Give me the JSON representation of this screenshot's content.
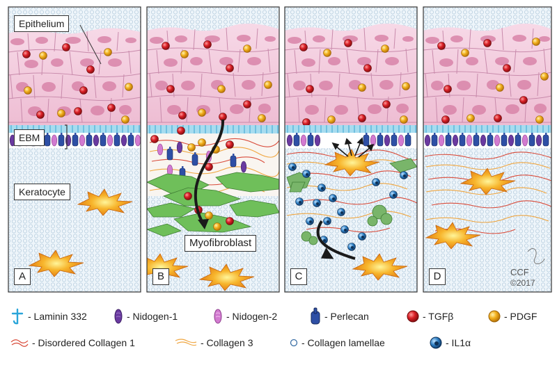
{
  "labels": {
    "epithelium": "Epithelium",
    "ebm": "EBM",
    "keratocyte": "Keratocyte",
    "myofibroblast": "Myofibroblast"
  },
  "panels": [
    {
      "letter": "A"
    },
    {
      "letter": "B"
    },
    {
      "letter": "C"
    },
    {
      "letter": "D"
    }
  ],
  "credit": {
    "name": "CCF",
    "year": "©2017"
  },
  "legend": [
    {
      "label": "- Laminin 332",
      "icon": "laminin-332-icon"
    },
    {
      "label": "- Nidogen-1",
      "icon": "nidogen-1-icon"
    },
    {
      "label": "- Nidogen-2",
      "icon": "nidogen-2-icon"
    },
    {
      "label": "- Perlecan",
      "icon": "perlecan-icon"
    },
    {
      "label": "- TGFβ",
      "icon": "tgf-beta-icon"
    },
    {
      "label": "- PDGF",
      "icon": "pdgf-icon"
    },
    {
      "label": "- Disordered Collagen 1",
      "icon": "disordered-collagen-1-icon"
    },
    {
      "label": "- Collagen 3",
      "icon": "collagen-3-icon"
    },
    {
      "label": "- Collagen lamellae",
      "icon": "collagen-lamellae-icon"
    },
    {
      "label": "- IL1α",
      "icon": "il1-alpha-icon"
    }
  ],
  "colors": {
    "epithelium": "#f3c9dd",
    "epithelium_border": "#c88aab",
    "nucleus": "#c76088",
    "ebm": "#9fd9ee",
    "perlecan": "#2e4fa5",
    "nidogen1": "#6a3aa0",
    "nidogen2": "#d27bd0",
    "stroma": "#e8f1f8",
    "tgfb": "#d91f26",
    "pdgf": "#f2b01e",
    "keratocyte": "#f39a1e",
    "myofibroblast": "#6fbf5a",
    "il1a": "#2d7fc4",
    "collagen1": "#d94b3a",
    "collagen3": "#f0a640"
  }
}
